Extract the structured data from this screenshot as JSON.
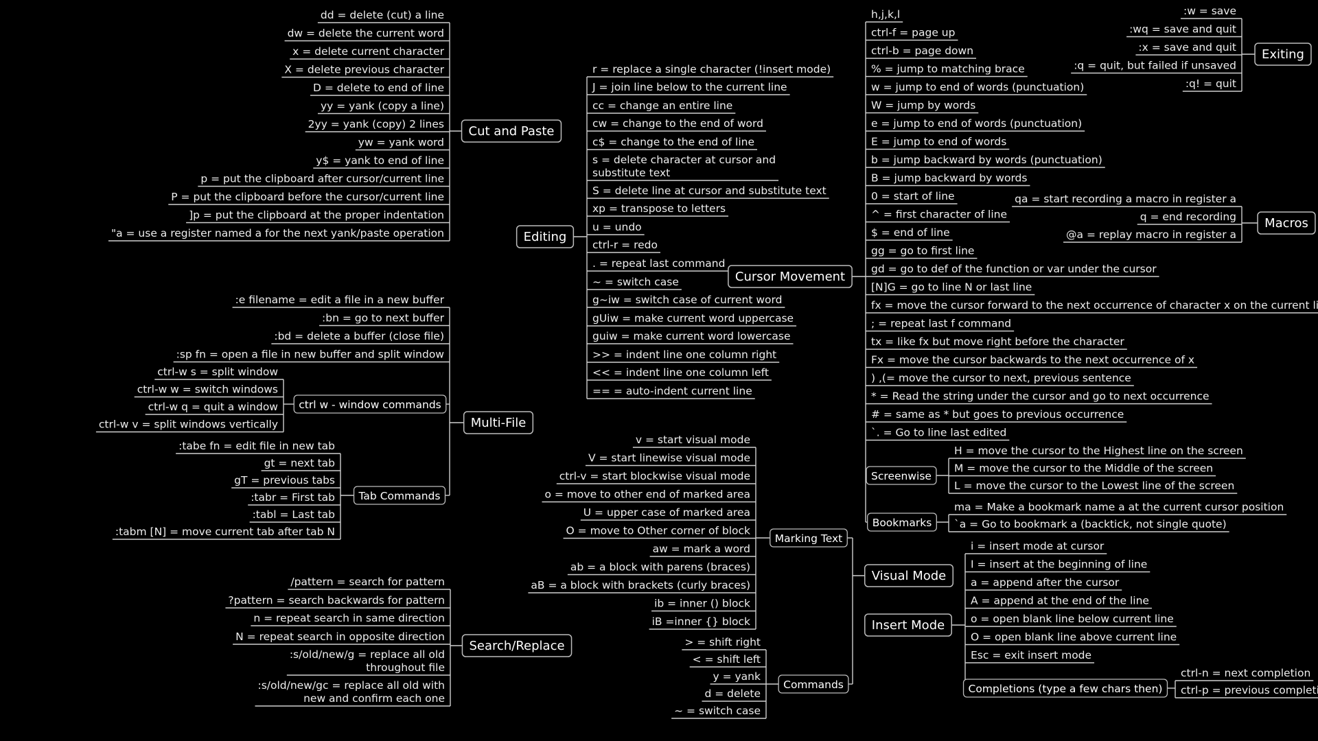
{
  "colors": {
    "background": "#000000",
    "text": "#ededed",
    "lines": "#cfcfcf",
    "box_border": "#bdbdbd"
  },
  "cut_paste": {
    "label": "Cut and Paste",
    "items": [
      "dd = delete (cut) a line",
      "dw = delete the current word",
      "x = delete current character",
      "X = delete previous character",
      "D = delete to end of line",
      "yy = yank (copy a line)",
      "2yy = yank (copy) 2 lines",
      "yw = yank word",
      "y$ = yank to end of line",
      "p = put the clipboard after cursor/current line",
      "P = put the clipboard before the cursor/current line",
      "]p = put the clipboard at the proper indentation",
      "\"a = use a register named a for the next yank/paste operation"
    ]
  },
  "multi_file": {
    "label": "Multi-File",
    "items": [
      ":e filename = edit a file in a new buffer",
      ":bn = go to next buffer",
      ":bd = delete a buffer (close file)",
      ":sp fn = open a file in new buffer and split window"
    ],
    "ctrl_w": {
      "label": "ctrl w - window commands",
      "items": [
        "ctrl-w s = split window",
        "ctrl-w w = switch windows",
        "ctrl-w q = quit a window",
        "ctrl-w v = split windows vertically"
      ]
    },
    "tabs": {
      "label": "Tab Commands",
      "items": [
        ":tabe fn = edit file in new tab",
        "gt = next tab",
        "gT = previous tabs",
        ":tabr = First tab",
        ":tabl = Last tab",
        ":tabm [N] = move current tab after tab N"
      ]
    }
  },
  "search_replace": {
    "label": "Search/Replace",
    "items": [
      [
        "/pattern = search for pattern"
      ],
      [
        "?pattern = search backwards for pattern"
      ],
      [
        "n = repeat search in same direction"
      ],
      [
        "N = repeat search in opposite direction"
      ],
      [
        ":s/old/new/g = replace all old",
        "throughout file"
      ],
      [
        ":s/old/new/gc = replace all old with",
        "new and confirm each one"
      ]
    ]
  },
  "editing": {
    "label": "Editing",
    "items": [
      [
        "r = replace a single character (!insert mode)"
      ],
      [
        "J = join line below to the current line"
      ],
      [
        "cc = change an entire line"
      ],
      [
        "cw = change to the end of word"
      ],
      [
        "c$ = change to the end of line"
      ],
      [
        "s = delete character at cursor and",
        "substitute text"
      ],
      [
        "S = delete line at cursor and substitute text"
      ],
      [
        "xp = transpose to letters"
      ],
      [
        "u = undo"
      ],
      [
        "ctrl-r = redo"
      ],
      [
        ". = repeat last command"
      ],
      [
        "~ = switch case"
      ],
      [
        "g~iw = switch case of current word"
      ],
      [
        "gUiw = make current word uppercase"
      ],
      [
        "guiw = make current word lowercase"
      ],
      [
        ">> = indent line one column right"
      ],
      [
        "<< = indent line one column left"
      ],
      [
        "== = auto-indent current line"
      ]
    ]
  },
  "cursor_movement": {
    "label": "Cursor Movement",
    "items": [
      "h,j,k,l",
      "ctrl-f = page up",
      "ctrl-b = page down",
      "% = jump to matching brace",
      "w = jump to end of words (punctuation)",
      "W = jump by words",
      "e = jump to end of words (punctuation)",
      "E = jump to end of words",
      "b = jump backward by words (punctuation)",
      "B = jump backward by words",
      "0 = start of line",
      "^ = first character of line",
      "$ = end of line",
      "gg = go to first line",
      "gd = go to def of the function or var under the cursor",
      "[N]G = go to line N or last line",
      "fx = move the cursor forward to the next occurrence of character x on the current line",
      "; = repeat last f command",
      "tx = like fx but move right before the character",
      "Fx = move the cursor backwards to the next occurrence of x",
      ") ,(= move the cursor to next, previous sentence",
      "* = Read the string under the cursor and go to next occurrence",
      "# = same as * but goes to previous occurrence",
      "`. = Go to line last edited"
    ],
    "screenwise": {
      "label": "Screenwise",
      "items": [
        "H = move the cursor to the Highest line on the screen",
        "M = move the cursor to the Middle of the screen",
        "L = move the cursor to the Lowest line of the screen"
      ]
    },
    "bookmarks": {
      "label": "Bookmarks",
      "items": [
        "ma = Make a bookmark name a at the current cursor position",
        "`a = Go to bookmark a (backtick, not single quote)"
      ]
    }
  },
  "exiting": {
    "label": "Exiting",
    "items": [
      ":w = save",
      ":wq = save and quit",
      ":x = save and quit",
      ":q = quit, but failed if unsaved",
      ":q! = quit"
    ]
  },
  "macros": {
    "label": "Macros",
    "items": [
      "qa = start recording a macro in register a",
      "q = end recording",
      "@a = replay macro in register a"
    ]
  },
  "visual_mode": {
    "label": "Visual Mode",
    "marking": {
      "label": "Marking Text",
      "items": [
        "v = start visual mode",
        "V = start linewise visual mode",
        "ctrl-v = start blockwise visual mode",
        "o = move to other end of marked area",
        "U = upper case of marked area",
        "O = move to Other corner of block",
        "aw = mark a word",
        "ab = a block with parens (braces)",
        "aB = a block with brackets (curly braces)",
        "ib = inner () block",
        "iB  =inner {} block"
      ]
    },
    "commands": {
      "label": "Commands",
      "items": [
        "> = shift right",
        "< = shift left",
        "y = yank",
        "d = delete",
        "~ = switch case"
      ]
    }
  },
  "insert_mode": {
    "label": "Insert Mode",
    "items": [
      "i = insert mode at cursor",
      "I = insert at the beginning of line",
      "a = append after the cursor",
      "A = append at the end of the line",
      "o = open blank line below current line",
      "O = open blank line above current line",
      "Esc = exit insert mode"
    ],
    "completions": {
      "label": "Completions (type a few chars then)",
      "items": [
        "ctrl-n = next completion",
        "ctrl-p = previous completion"
      ]
    }
  }
}
